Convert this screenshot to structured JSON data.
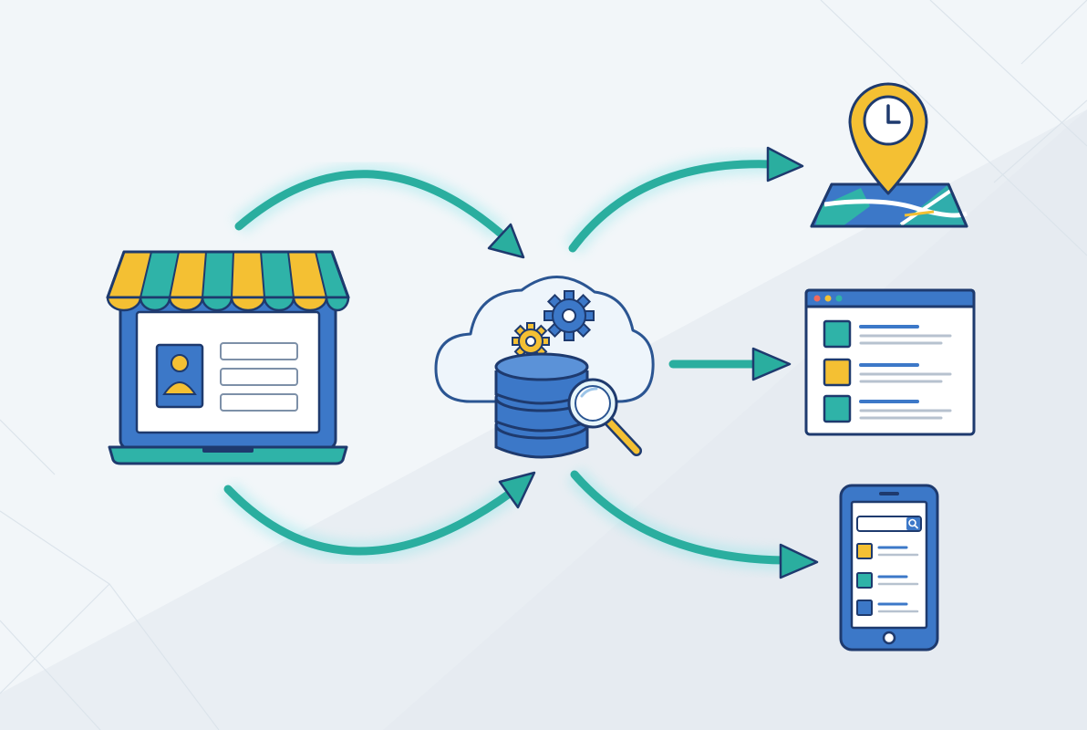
{
  "diagram": {
    "type": "flow",
    "nodes": [
      {
        "id": "storefront",
        "icon": "laptop-storefront-icon"
      },
      {
        "id": "hub",
        "icon": "cloud-database-icon"
      },
      {
        "id": "map-listing",
        "icon": "map-pin-clock-icon"
      },
      {
        "id": "web-directory",
        "icon": "browser-listing-icon"
      },
      {
        "id": "mobile-search",
        "icon": "mobile-search-icon"
      }
    ],
    "edges": [
      {
        "from": "storefront",
        "to": "hub",
        "route": "upper"
      },
      {
        "from": "storefront",
        "to": "hub",
        "route": "lower"
      },
      {
        "from": "hub",
        "to": "map-listing"
      },
      {
        "from": "hub",
        "to": "web-directory"
      },
      {
        "from": "hub",
        "to": "mobile-search"
      }
    ]
  },
  "colors": {
    "outline": "#1E3A6E",
    "blue": "#3C78C8",
    "teal": "#2FB3A8",
    "yellow": "#F4C033",
    "arrow": "#2AAE9F",
    "background": "#EEF3F7"
  }
}
